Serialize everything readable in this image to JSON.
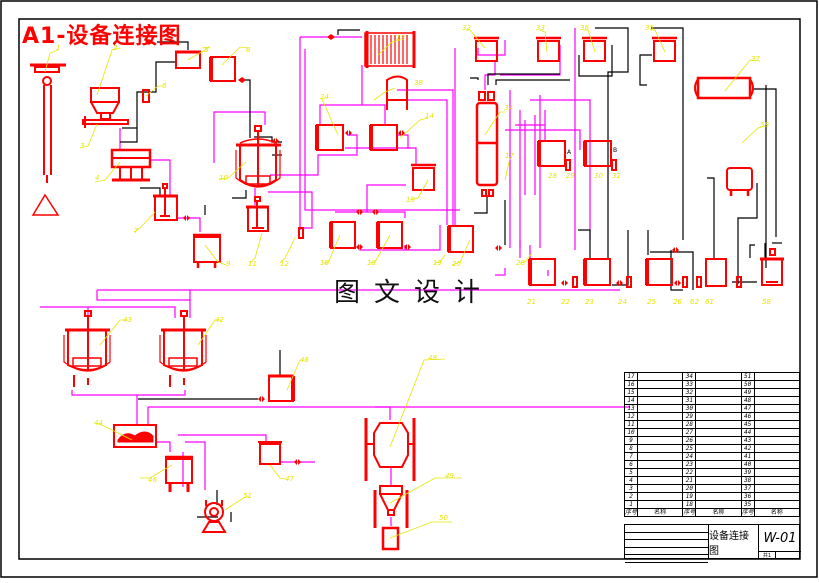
{
  "drawing": {
    "title": "A1-设备连接图",
    "watermark": "图文设计",
    "drawing_name": "设备连接图",
    "drawing_code": "W-01",
    "sheet_label": "共1"
  },
  "colors": {
    "equipment": "#ff0000",
    "pipe_process": "#ff00ff",
    "pipe_utility": "#000000",
    "leader": "#e6e600",
    "frame": "#000000"
  },
  "equipment_labels": [
    {
      "id": "1"
    },
    {
      "id": "2"
    },
    {
      "id": "3"
    },
    {
      "id": "4"
    },
    {
      "id": "5"
    },
    {
      "id": "6"
    },
    {
      "id": "7"
    },
    {
      "id": "8"
    },
    {
      "id": "9"
    },
    {
      "id": "10"
    },
    {
      "id": "11"
    },
    {
      "id": "12"
    },
    {
      "id": "13"
    },
    {
      "id": "14"
    },
    {
      "id": "15"
    },
    {
      "id": "16"
    },
    {
      "id": "17"
    },
    {
      "id": "18"
    },
    {
      "id": "19"
    },
    {
      "id": "20"
    },
    {
      "id": "21"
    },
    {
      "id": "22"
    },
    {
      "id": "23"
    },
    {
      "id": "24"
    },
    {
      "id": "25"
    },
    {
      "id": "26"
    },
    {
      "id": "28"
    },
    {
      "id": "29"
    },
    {
      "id": "30"
    },
    {
      "id": "31"
    },
    {
      "id": "32"
    },
    {
      "id": "33"
    },
    {
      "id": "34"
    },
    {
      "id": "35"
    },
    {
      "id": "36"
    },
    {
      "id": "37"
    },
    {
      "id": "38"
    },
    {
      "id": "41"
    },
    {
      "id": "42"
    },
    {
      "id": "43"
    },
    {
      "id": "44"
    },
    {
      "id": "45"
    },
    {
      "id": "46"
    },
    {
      "id": "47"
    },
    {
      "id": "48"
    },
    {
      "id": "49"
    },
    {
      "id": "50"
    },
    {
      "id": "51"
    },
    {
      "id": "58"
    },
    {
      "id": "61"
    },
    {
      "id": "62"
    }
  ],
  "stream_notes": [
    "A",
    "B"
  ],
  "parts_table": {
    "header": [
      "序号",
      "名称",
      "序号",
      "名称",
      "序号",
      "名称"
    ],
    "rows": [
      [
        "17",
        "",
        "34",
        "",
        "51",
        ""
      ],
      [
        "16",
        "",
        "33",
        "",
        "50",
        ""
      ],
      [
        "15",
        "",
        "32",
        "",
        "49",
        ""
      ],
      [
        "14",
        "",
        "31",
        "",
        "48",
        ""
      ],
      [
        "13",
        "",
        "30",
        "",
        "47",
        ""
      ],
      [
        "12",
        "",
        "29",
        "",
        "46",
        ""
      ],
      [
        "11",
        "",
        "28",
        "",
        "45",
        ""
      ],
      [
        "10",
        "",
        "27",
        "",
        "44",
        ""
      ],
      [
        "9",
        "",
        "26",
        "",
        "43",
        ""
      ],
      [
        "8",
        "",
        "25",
        "",
        "42",
        ""
      ],
      [
        "7",
        "",
        "24",
        "",
        "41",
        ""
      ],
      [
        "6",
        "",
        "23",
        "",
        "40",
        ""
      ],
      [
        "5",
        "",
        "22",
        "",
        "39",
        ""
      ],
      [
        "4",
        "",
        "21",
        "",
        "38",
        ""
      ],
      [
        "3",
        "",
        "20",
        "",
        "37",
        ""
      ],
      [
        "2",
        "",
        "19",
        "",
        "36",
        ""
      ],
      [
        "1",
        "",
        "18",
        "",
        "35",
        ""
      ]
    ]
  }
}
